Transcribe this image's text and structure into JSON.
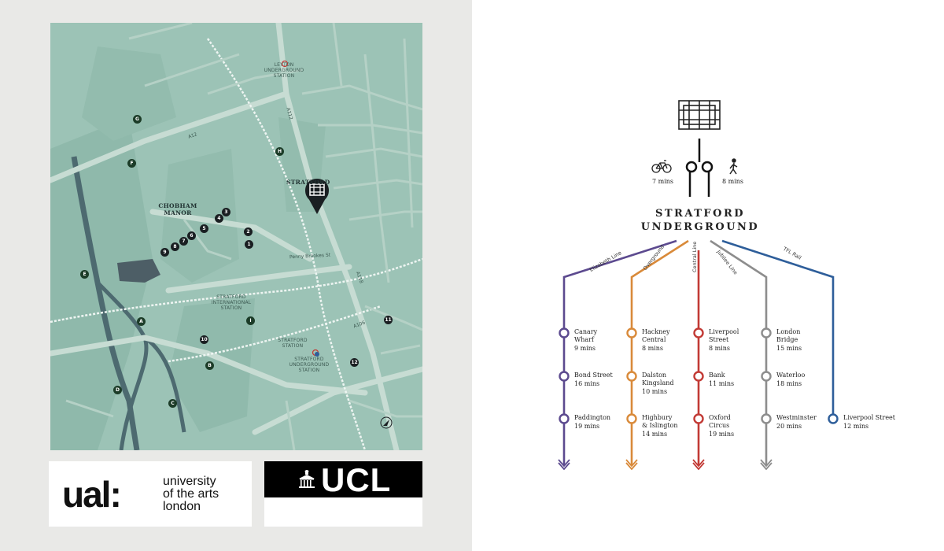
{
  "map": {
    "labels": {
      "leyton": "LEYTON\nUNDERGROUND\nSTATION",
      "stratford": "STRATFORD",
      "chobham": "CHOBHAM\nMANOR",
      "stratford_intl": "STRATFORD\nINTERNATIONAL\nSTATION",
      "stratford_station": "STRATFORD\nSTATION",
      "stratford_ug": "STRATFORD\nUNDERGROUND\nSTATION",
      "penny": "Penny Brookes St",
      "a12": "A12",
      "a112": "A112",
      "a118": "A118",
      "a106": "A106"
    },
    "letter_markers": [
      "G",
      "F",
      "H",
      "E",
      "A",
      "I",
      "B",
      "D",
      "C"
    ],
    "number_markers": [
      "1",
      "2",
      "3",
      "4",
      "5",
      "6",
      "7",
      "8",
      "9",
      "10",
      "11",
      "12"
    ]
  },
  "logos": {
    "ual_mark": "ual:",
    "ual_text": [
      "university",
      "of the arts",
      "london"
    ],
    "ucl": "UCL"
  },
  "guide": {
    "title_line1": "STRATFORD",
    "title_line2": "UNDERGROUND",
    "bike": "7 mins",
    "walk": "8 mins",
    "lines": [
      {
        "name": "Elizabeth Line",
        "color": "#5c4a8f",
        "stops": [
          {
            "name": "Canary\nWharf",
            "time": "9 mins"
          },
          {
            "name": "Bond Street",
            "time": "16 mins"
          },
          {
            "name": "Paddington",
            "time": "19 mins"
          }
        ]
      },
      {
        "name": "Overground",
        "color": "#d98a3a",
        "stops": [
          {
            "name": "Hackney\nCentral",
            "time": "8 mins"
          },
          {
            "name": "Dalston\nKingsland",
            "time": "10 mins"
          },
          {
            "name": "Highbury\n& Islington",
            "time": "14 mins"
          }
        ]
      },
      {
        "name": "Central Line",
        "color": "#c23a35",
        "stops": [
          {
            "name": "Liverpool\nStreet",
            "time": "8 mins"
          },
          {
            "name": "Bank",
            "time": "11 mins"
          },
          {
            "name": "Oxford\nCircus",
            "time": "19 mins"
          }
        ]
      },
      {
        "name": "Jubilee Line",
        "color": "#8d8d8d",
        "stops": [
          {
            "name": "London\nBridge",
            "time": "15 mins"
          },
          {
            "name": "Waterloo",
            "time": "18 mins"
          },
          {
            "name": "Westminster",
            "time": "20  mins"
          }
        ]
      },
      {
        "name": "TFL Rail",
        "color": "#2e5e9a",
        "stops": [
          {
            "name": "Liverpool Street",
            "time": "12 mins"
          }
        ]
      }
    ]
  }
}
